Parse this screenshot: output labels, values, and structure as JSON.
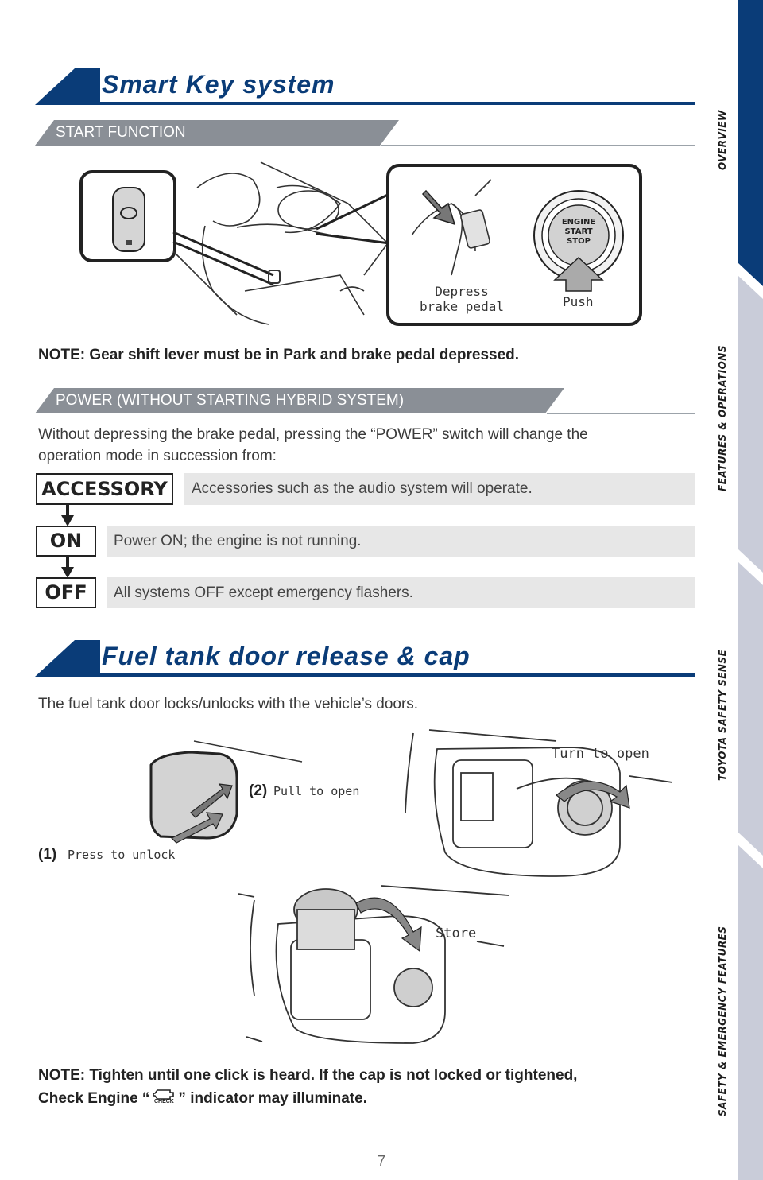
{
  "sections": {
    "smart_key": {
      "title": "Smart Key system",
      "start_function": {
        "subtitle": "START FUNCTION",
        "labels": {
          "depress_line1": "Depress",
          "depress_line2": "brake pedal",
          "push": "Push",
          "button_line1": "ENGINE",
          "button_line2": "START",
          "button_line3": "STOP"
        },
        "note": "NOTE: Gear shift lever must be in Park and brake pedal depressed."
      },
      "power": {
        "subtitle": "POWER (WITHOUT STARTING HYBRID SYSTEM)",
        "intro_line1": "Without depressing the brake pedal, pressing the “POWER” switch will change the",
        "intro_line2": "operation mode in succession from:",
        "modes": [
          {
            "key": "ACCESSORY",
            "desc": "Accessories such as the audio system will operate."
          },
          {
            "key": "ON",
            "desc": "Power ON; the engine is not running."
          },
          {
            "key": "OFF",
            "desc": "All systems OFF except emergency flashers."
          }
        ]
      }
    },
    "fuel": {
      "title": "Fuel tank door release & cap",
      "intro": "The fuel tank door locks/unlocks with the vehicle’s doors.",
      "labels": {
        "step2_num": "(2)",
        "step2": "Pull to open",
        "step1_num": "(1)",
        "step1": "Press to unlock",
        "turn": "Turn to open",
        "store": "Store"
      },
      "note_line1": "NOTE: Tighten until one click is heard. If the cap is not locked or tightened,",
      "note_line2_a": "Check Engine “",
      "note_line2_b": "” indicator may illuminate.",
      "check_label": "CHECK"
    }
  },
  "side_tabs": [
    {
      "label": "OVERVIEW",
      "color": "#0a3c78"
    },
    {
      "label": "FEATURES & OPERATIONS",
      "color": "#c9ccd9"
    },
    {
      "label": "TOYOTA SAFETY SENSE",
      "color": "#c9ccd9"
    },
    {
      "label": "SAFETY & EMERGENCY FEATURES",
      "color": "#c9ccd9"
    }
  ],
  "page_number": "7"
}
